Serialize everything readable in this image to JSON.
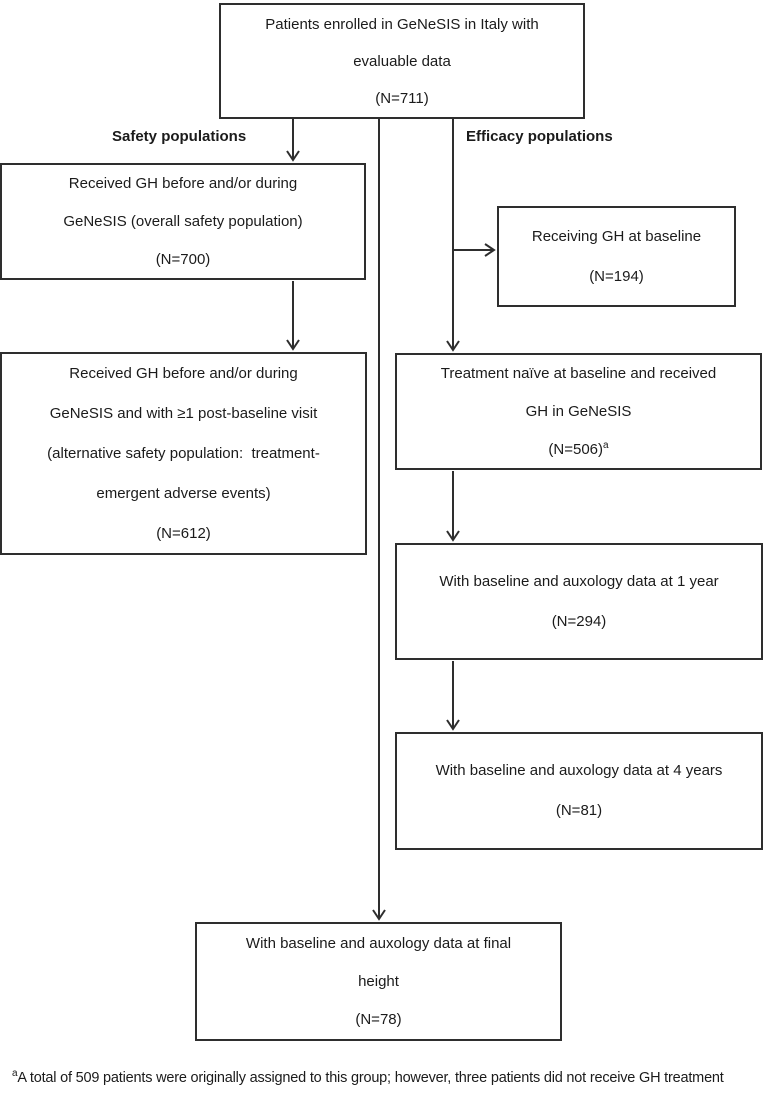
{
  "flow": {
    "top_box": {
      "lines": [
        "Patients enrolled in GeNeSIS in Italy with",
        "evaluable data",
        "(N=711)"
      ]
    },
    "branch_labels": {
      "safety": "Safety populations",
      "efficacy": "Efficacy populations"
    },
    "safety_boxes": [
      {
        "lines": [
          "Received GH before and/or during",
          "GeNeSIS (overall safety population)",
          "(N=700)"
        ]
      },
      {
        "lines": [
          "Received GH before and/or during",
          "GeNeSIS and with ≥1 post-baseline visit",
          "(alternative safety population:  treatment-",
          "emergent adverse events)",
          "(N=612)"
        ]
      }
    ],
    "efficacy_boxes": [
      {
        "lines": [
          "Receiving GH at baseline",
          "(N=194)"
        ]
      },
      {
        "lines": [
          "Treatment naïve at baseline and received",
          "GH in GeNeSIS",
          "(N=506)"
        ],
        "sup": "a"
      },
      {
        "lines": [
          "With baseline and auxology data at 1 year",
          "(N=294)"
        ]
      },
      {
        "lines": [
          "With baseline and auxology data at 4 years",
          "(N=81)"
        ]
      }
    ],
    "final_box": {
      "lines": [
        "With baseline and auxology data at final",
        "height",
        "(N=78)"
      ]
    },
    "footnote": {
      "marker": "a",
      "text": "A total of 509 patients were originally assigned to this group; however, three patients did not receive GH treatment"
    },
    "colors": {
      "ink": "#2e2e2e",
      "background": "#ffffff"
    }
  }
}
